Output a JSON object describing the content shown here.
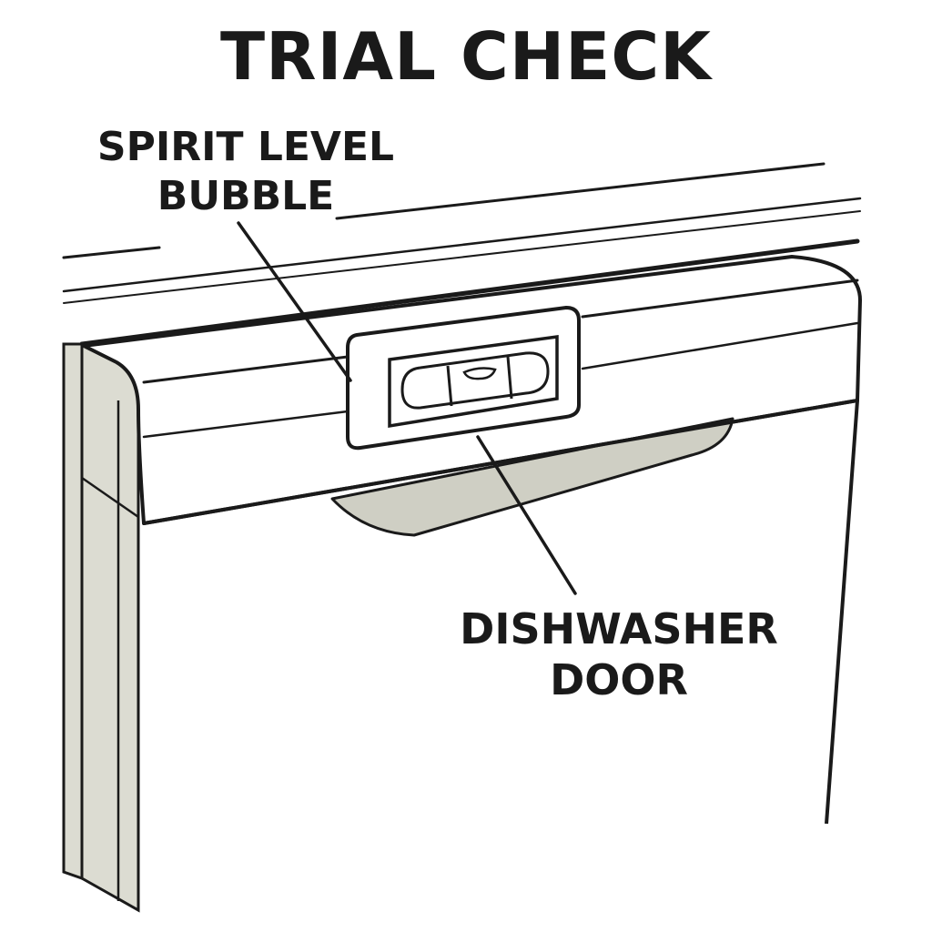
{
  "title": "TRIAL CHECK",
  "labels": {
    "spirit_level": [
      "SPIRIT LEVEL",
      "BUBBLE"
    ],
    "door": [
      "DISHWASHER",
      "DOOR"
    ]
  },
  "colors": {
    "stroke": "#1a1a1a",
    "panel": "#dcdcd2",
    "shadow": "#cfcfc4",
    "fill": "#ffffff"
  }
}
